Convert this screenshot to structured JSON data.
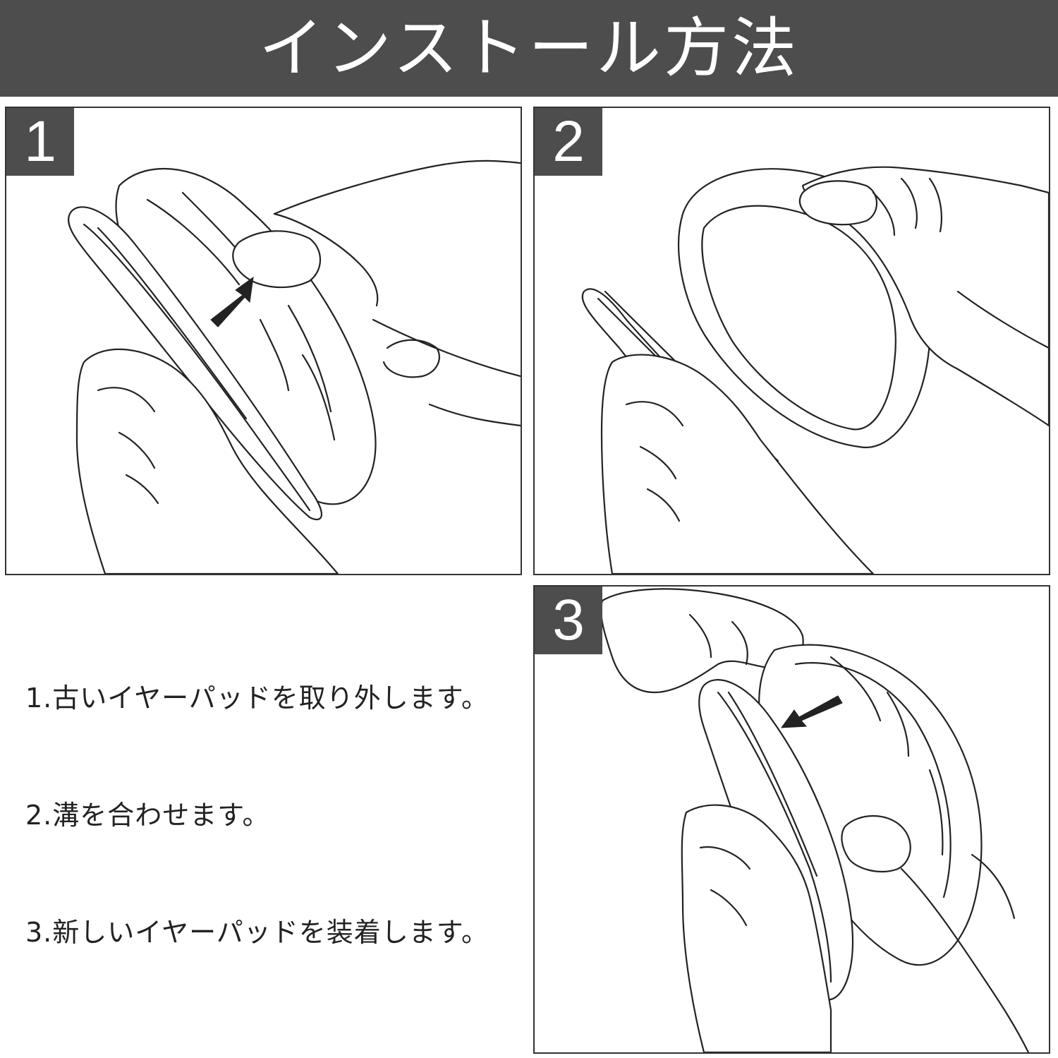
{
  "header": {
    "title": "インストール方法"
  },
  "steps": [
    {
      "number": "1"
    },
    {
      "number": "2"
    },
    {
      "number": "3"
    }
  ],
  "instructions": [
    "1.古いイヤーパッドを取り外します。",
    "2.溝を合わせます。",
    "3.新しいイヤーパッドを装着します。"
  ],
  "colors": {
    "header_background": "#4d4d4d",
    "badge_background": "#4d4d4d",
    "text": "#222222",
    "border": "#333333"
  }
}
